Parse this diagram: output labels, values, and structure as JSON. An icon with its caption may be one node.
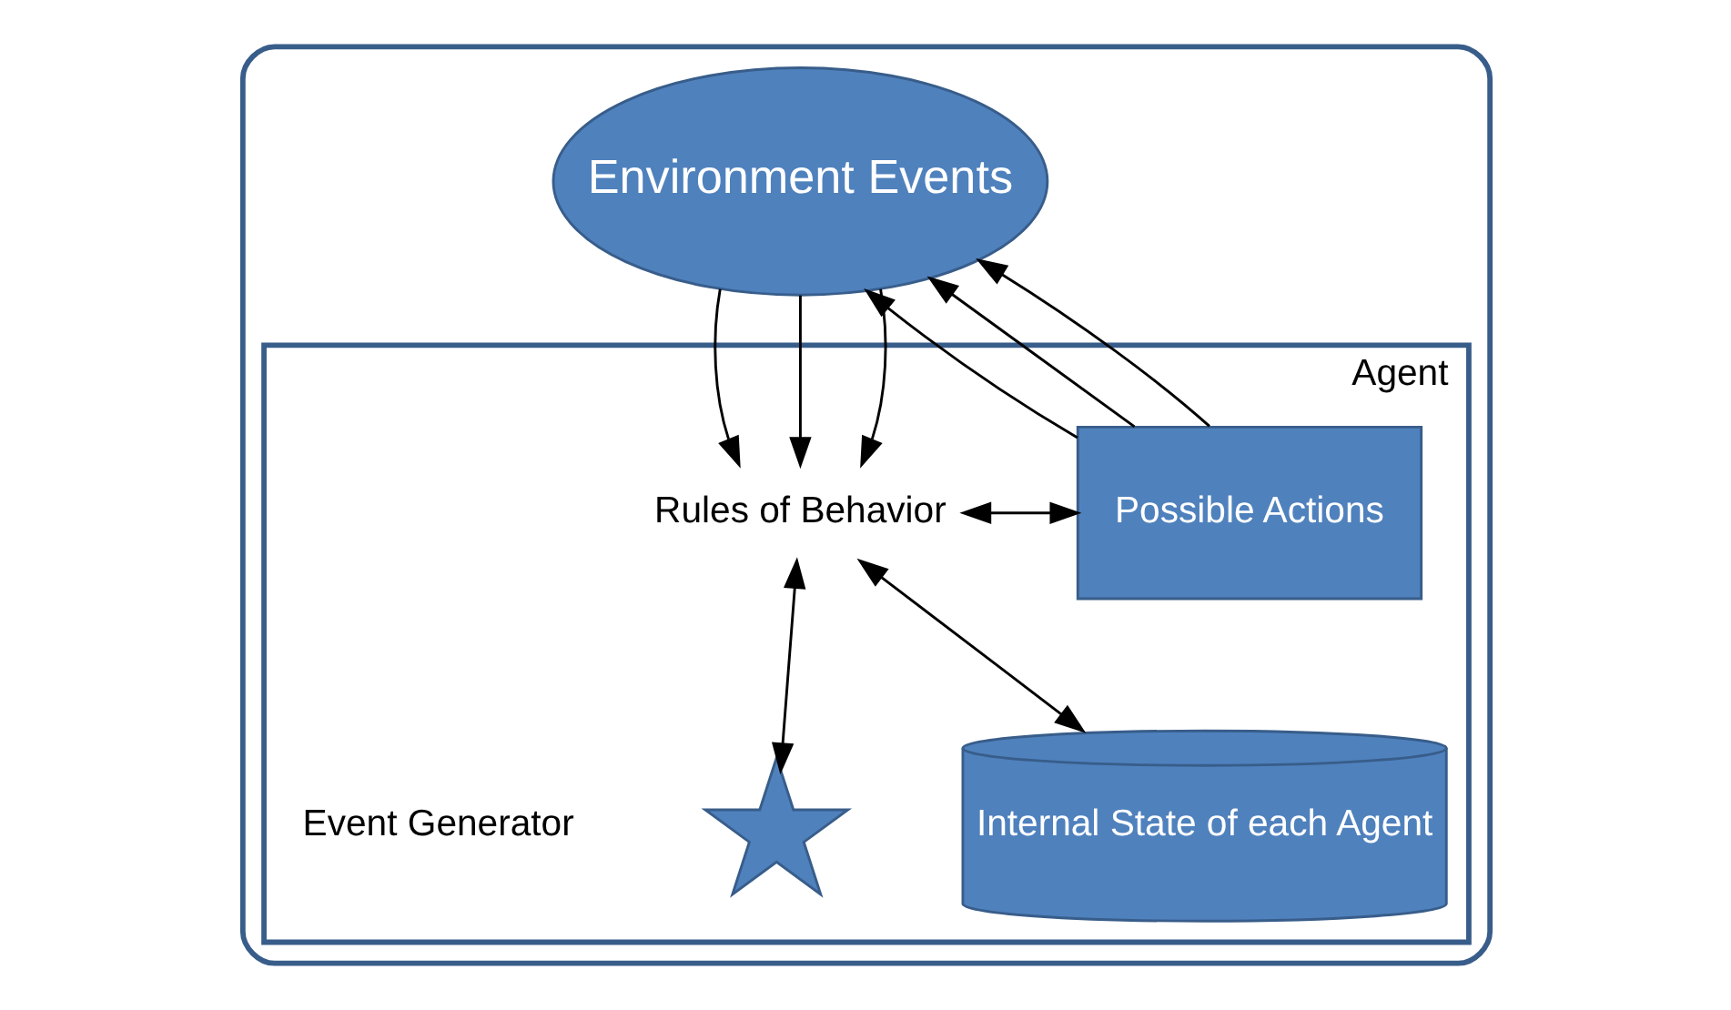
{
  "diagram": {
    "nodes": [
      {
        "text": [],
        "shape": "box"
      },
      {
        "text": [
          "Environment Events"
        ],
        "in": 0
      },
      {
        "text": [
          "Agent"
        ],
        "in": 0
      },
      {
        "text": [
          "Rules of Behavior"
        ],
        "in": 2
      },
      {
        "text": [
          "Possible Actions"
        ],
        "in": 2
      },
      {
        "text": [],
        "shape": "star",
        "beside": [
          "Event Generator"
        ],
        "in": 2
      },
      {
        "text": [
          "Internal State of each Agent"
        ],
        "in": 2
      }
    ],
    "edges": [
      {
        "from": 1,
        "to": 3,
        "arrow": "to"
      },
      {
        "from": 1,
        "to": 3,
        "arrow": "to"
      },
      {
        "from": 1,
        "to": 3,
        "arrow": "to"
      },
      {
        "from": 4,
        "to": 1,
        "arrow": "to"
      },
      {
        "from": 4,
        "to": 1,
        "arrow": "to"
      },
      {
        "from": 4,
        "to": 1,
        "arrow": "to"
      },
      {
        "from": 3,
        "to": 4,
        "arrow": "both"
      },
      {
        "from": 3,
        "to": 5,
        "arrow": "both"
      },
      {
        "from": 3,
        "to": 6,
        "arrow": "both"
      }
    ]
  }
}
